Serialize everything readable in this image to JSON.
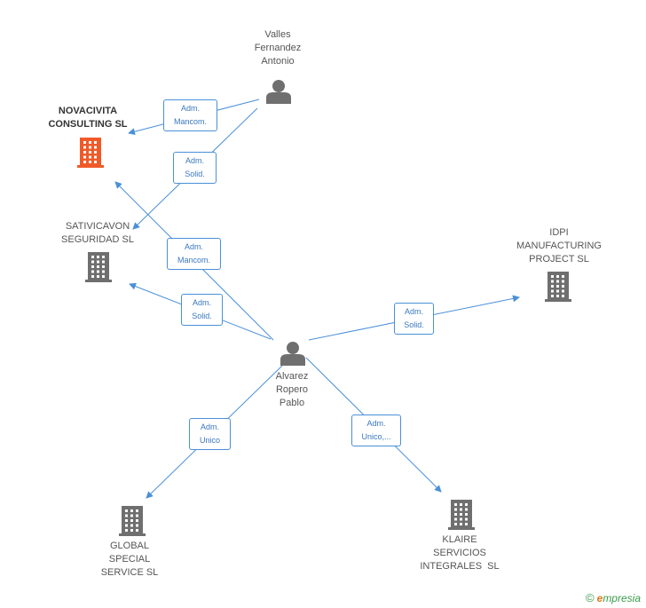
{
  "nodes": {
    "valles": {
      "name": "Valles\nFernandez\nAntonio",
      "kind": "person"
    },
    "alvarez": {
      "name": "Alvarez\nRopero\nPablo",
      "kind": "person"
    },
    "novacivita": {
      "name": "NOVACIVITA\nCONSULTING SL",
      "kind": "company",
      "highlight": true
    },
    "sativicavon": {
      "name": "SATIVICAVON\nSEGURIDAD SL",
      "kind": "company"
    },
    "idpi": {
      "name": "IDPI\nMANUFACTURING\nPROJECT SL",
      "kind": "company"
    },
    "global": {
      "name": "GLOBAL\nSPECIAL\nSERVICE SL",
      "kind": "company"
    },
    "klaire": {
      "name": "KLAIRE\nSERVICIOS\nINTEGRALES  SL",
      "kind": "company"
    }
  },
  "edges": [
    {
      "from": "valles",
      "to": "novacivita",
      "label_1": "Adm.",
      "label_2": "Mancom."
    },
    {
      "from": "valles",
      "to": "sativicavon",
      "label_1": "Adm.",
      "label_2": "Solid."
    },
    {
      "from": "alvarez",
      "to": "novacivita",
      "label_1": "Adm.",
      "label_2": "Mancom."
    },
    {
      "from": "alvarez",
      "to": "sativicavon",
      "label_1": "Adm.",
      "label_2": "Solid."
    },
    {
      "from": "alvarez",
      "to": "idpi",
      "label_1": "Adm.",
      "label_2": "Solid."
    },
    {
      "from": "alvarez",
      "to": "global",
      "label_1": "Adm.",
      "label_2": "Unico"
    },
    {
      "from": "alvarez",
      "to": "klaire",
      "label_1": "Adm.",
      "label_2": "Unico,..."
    }
  ],
  "colors": {
    "edge": "#4a90d9",
    "company": "#6f6f6f",
    "company_highlight": "#f05a28",
    "person": "#6f6f6f"
  },
  "watermark": {
    "copyright": "©",
    "brand_first": "e",
    "brand_rest": "mpresia"
  }
}
